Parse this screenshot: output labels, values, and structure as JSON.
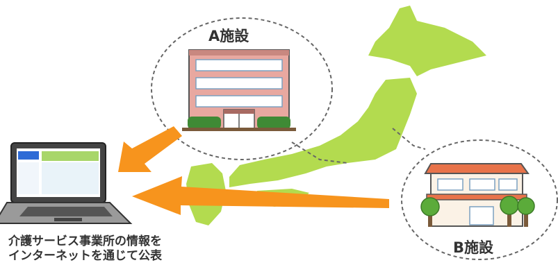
{
  "labels": {
    "facility_a": "A施設",
    "facility_b": "B施設"
  },
  "caption": {
    "line1": "介護サービス事業所の情報を",
    "line2": "インターネットを通じて公表"
  },
  "colors": {
    "japan_map": "#b3db4f",
    "arrow": "#f7941d",
    "building_a_wall": "#e8a8a0",
    "building_b_roof": "#e8734a",
    "tree": "#5bab3a",
    "dashed_circle": "#666666"
  },
  "icons": [
    "laptop-icon",
    "building-a-icon",
    "building-b-icon",
    "japan-map-icon",
    "arrow-icon",
    "tree-icon"
  ]
}
